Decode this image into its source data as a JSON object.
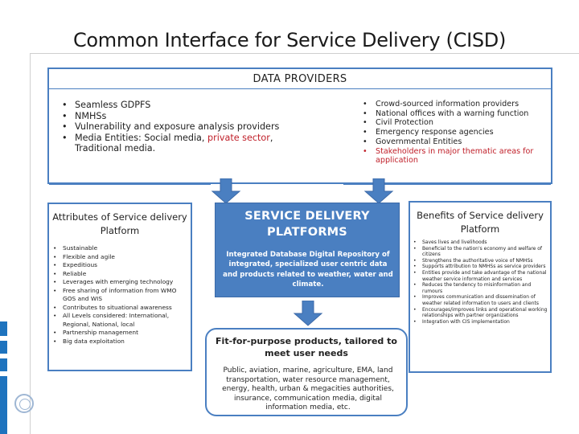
{
  "slide": {
    "title": "Common Interface for Service Delivery (CISD)"
  },
  "colors": {
    "accent_blue": "#4a7fc1",
    "highlight_red": "#c0202a",
    "side_bar_blue": "#1e73be"
  },
  "data_providers": {
    "title": "DATA PROVIDERS",
    "left_items": [
      {
        "text": "Seamless GDPFS"
      },
      {
        "text": "NMHSs"
      },
      {
        "text": "Vulnerability and exposure analysis providers"
      },
      {
        "text_a": "Media Entities: Social media, ",
        "text_red": "private sector",
        "text_b": ", Traditional media."
      }
    ],
    "right_items": [
      {
        "text": "Crowd-sourced information providers",
        "red": false
      },
      {
        "text": "National offices with a warning function",
        "red": false
      },
      {
        "text": "Civil Protection",
        "red": false
      },
      {
        "text": "Emergency response agencies",
        "red": false
      },
      {
        "text": "Governmental Entities",
        "red": false
      },
      {
        "text": "Stakeholders in major thematic areas for application",
        "red": true
      }
    ]
  },
  "attributes": {
    "title": "Attributes of Service delivery Platform",
    "items": [
      "Sustainable",
      "Flexible and agile",
      "Expeditious",
      "Reliable",
      "Leverages with emerging technology",
      "Free sharing of information from WMO GOS and WIS",
      "Contributes to situational awareness",
      "All Levels considered: International, Regional, National, local",
      "Partnership management",
      "Big data exploitation"
    ]
  },
  "service_delivery": {
    "title": "SERVICE DELIVERY PLATFORMS",
    "description": "Integrated Database Digital Repository of integrated, specialized user centric data and products related to weather, water and climate."
  },
  "benefits": {
    "title": "Benefits of Service delivery Platform",
    "items": [
      "Saves lives and livelihoods",
      "Beneficial to the nation's economy and welfare of citizens",
      "Strengthens the authoritative voice of NMHSs",
      "Supports attribution to NMHSs as service providers",
      "Entities provide and take advantage of the national weather service information and services",
      "Reduces the tendency to misinformation and rumours",
      "Improves communication and dissemination of weather related information to users and clients",
      "Encourages/improves links and operational working relationships with partner organizations",
      "Integration with CIS implementation"
    ]
  },
  "fit_for_purpose": {
    "title": "Fit-for-purpose products, tailored to meet user needs",
    "description": "Public, aviation, marine, agriculture, EMA, land transportation, water resource management, energy, health, urban & megacities authorities, insurance, communication media, digital information media, etc."
  },
  "icons": {
    "arrow": "down-arrow-icon",
    "logo": "un-emblem-icon"
  }
}
